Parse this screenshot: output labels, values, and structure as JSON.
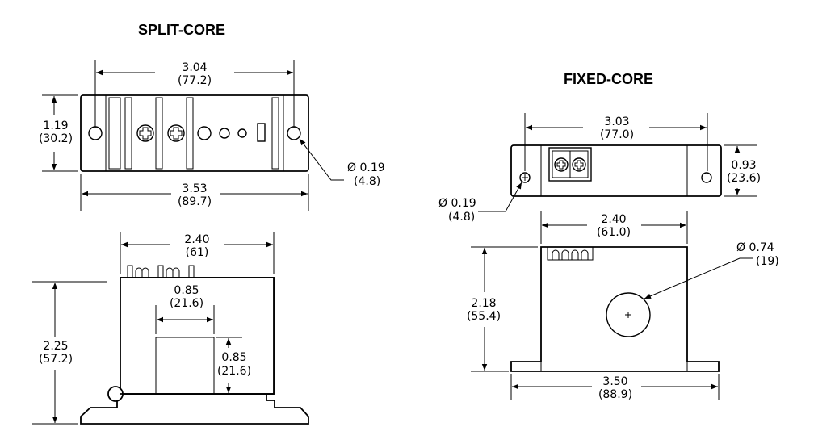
{
  "split_core": {
    "title": "SPLIT-CORE",
    "top_view": {
      "hole_span": {
        "in": "3.04",
        "mm": "(77.2)"
      },
      "height": {
        "in": "1.19",
        "mm": "(30.2)"
      },
      "hole_dia": {
        "in": "Ø 0.19",
        "mm": "(4.8)"
      },
      "length": {
        "in": "3.53",
        "mm": "(89.7)"
      }
    },
    "side_view": {
      "width": {
        "in": "2.40",
        "mm": "(61)"
      },
      "window_w": {
        "in": "0.85",
        "mm": "(21.6)"
      },
      "window_h": {
        "in": "0.85",
        "mm": "(21.6)"
      },
      "height": {
        "in": "2.25",
        "mm": "(57.2)"
      }
    }
  },
  "fixed_core": {
    "title": "FIXED-CORE",
    "top_view": {
      "hole_span": {
        "in": "3.03",
        "mm": "(77.0)"
      },
      "height": {
        "in": "0.93",
        "mm": "(23.6)"
      },
      "hole_dia": {
        "in": "Ø 0.19",
        "mm": "(4.8)"
      }
    },
    "side_view": {
      "width": {
        "in": "2.40",
        "mm": "(61.0)"
      },
      "aperture_dia": {
        "in": "Ø 0.74",
        "mm": "(19)"
      },
      "height": {
        "in": "2.18",
        "mm": "(55.4)"
      },
      "base_length": {
        "in": "3.50",
        "mm": "(88.9)"
      }
    }
  }
}
